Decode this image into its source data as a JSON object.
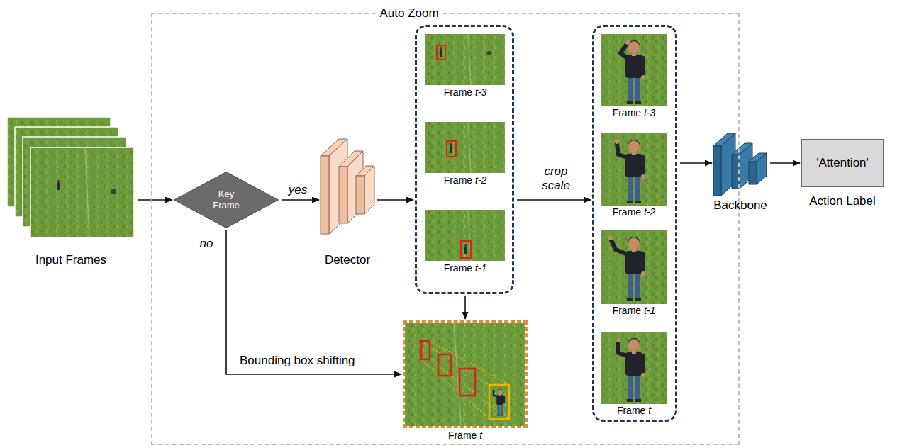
{
  "diagram": {
    "nodes": [
      {
        "text": [
          "Auto Zoom"
        ]
      },
      {
        "text": [
          "Input Frames"
        ]
      },
      {
        "text": [
          "Key Frame"
        ],
        "in": 0
      },
      {
        "text": [
          "Detector"
        ],
        "in": 0
      },
      {
        "text": [],
        "in": 0
      },
      {
        "text": [
          "Frame t-3"
        ],
        "in": 4
      },
      {
        "text": [
          "Frame t-2"
        ],
        "in": 4
      },
      {
        "text": [
          "Frame t-1"
        ],
        "in": 4
      },
      {
        "text": [
          "Frame t"
        ],
        "in": 0
      },
      {
        "text": [],
        "in": 0
      },
      {
        "text": [
          "Frame t-3"
        ],
        "in": 9
      },
      {
        "text": [
          "Frame t-2"
        ],
        "in": 9
      },
      {
        "text": [
          "Frame t-1"
        ],
        "in": 9
      },
      {
        "text": [
          "Frame t"
        ],
        "in": 9
      },
      {
        "text": [
          "Backbone"
        ]
      },
      {
        "text": [
          "'Attention'",
          "Action Label"
        ]
      }
    ],
    "edges": [
      {
        "from": 1,
        "to": 2,
        "arrow": "to"
      },
      {
        "from": 2,
        "to": 3,
        "label": "yes",
        "arrow": "to"
      },
      {
        "from": 3,
        "to": 4,
        "arrow": "to"
      },
      {
        "from": 2,
        "to": 8,
        "label": "no",
        "arrow": "to"
      },
      {
        "from": 4,
        "to": 8,
        "arrow": "to"
      },
      {
        "from": 4,
        "to": 9,
        "label": "crop scale",
        "arrow": "to"
      },
      {
        "from": 9,
        "to": 14,
        "arrow": "to"
      },
      {
        "from": 14,
        "to": 15,
        "arrow": "to"
      }
    ],
    "labels": [
      "Bounding box shifting"
    ]
  }
}
